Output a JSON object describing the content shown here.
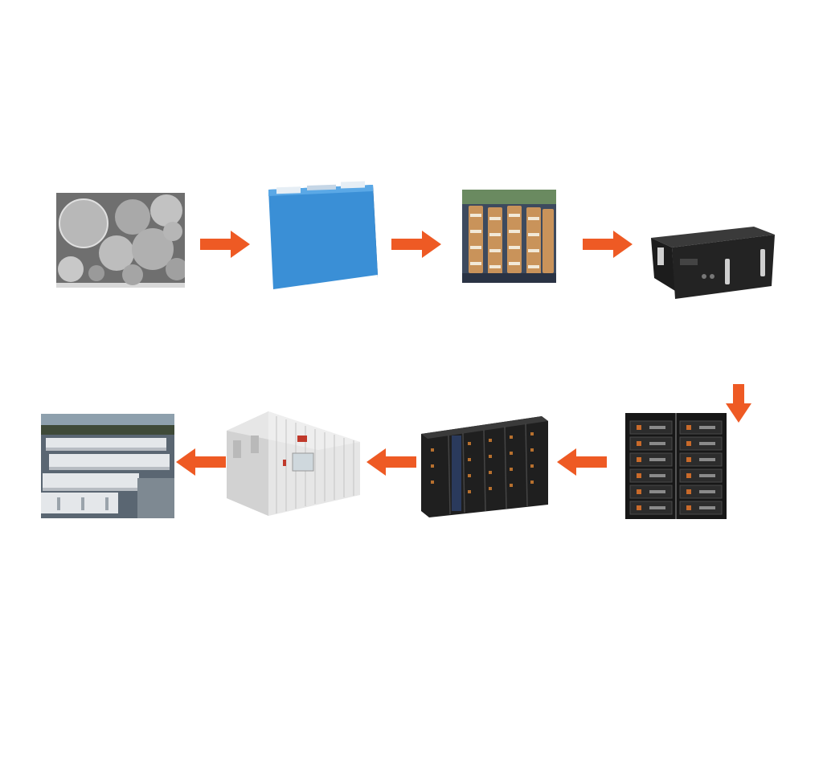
{
  "diagram": {
    "type": "process-flow",
    "arrow_color": "#ee5a24",
    "nodes": [
      {
        "id": "material-powder",
        "icon": "microscope-powder-image"
      },
      {
        "id": "prismatic-cell",
        "icon": "prismatic-battery-cell-image"
      },
      {
        "id": "cell-modules",
        "icon": "battery-module-array-image"
      },
      {
        "id": "rack-battery-pack",
        "icon": "rack-mount-battery-image"
      },
      {
        "id": "battery-cluster-unit",
        "icon": "battery-cabinet-image"
      },
      {
        "id": "battery-cabinets",
        "icon": "battery-cabinet-row-image"
      },
      {
        "id": "storage-container",
        "icon": "energy-storage-container-image"
      },
      {
        "id": "storage-power-station",
        "icon": "storage-station-site-image"
      }
    ],
    "flow": [
      [
        "material-powder",
        "prismatic-cell"
      ],
      [
        "prismatic-cell",
        "cell-modules"
      ],
      [
        "cell-modules",
        "rack-battery-pack"
      ],
      [
        "rack-battery-pack",
        "battery-cluster-unit"
      ],
      [
        "battery-cluster-unit",
        "battery-cabinets"
      ],
      [
        "battery-cabinets",
        "storage-container"
      ],
      [
        "storage-container",
        "storage-power-station"
      ]
    ]
  }
}
